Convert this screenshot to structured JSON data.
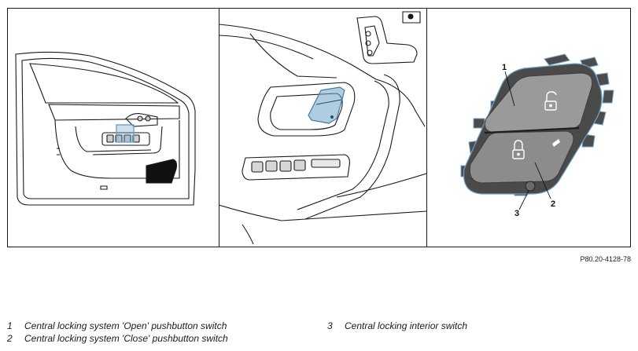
{
  "reference_code": "P80.20-4128-78",
  "callouts": [
    "1",
    "2",
    "3"
  ],
  "legend": [
    {
      "number": "1",
      "text": "Central locking system 'Open' pushbutton switch"
    },
    {
      "number": "2",
      "text": "Central locking system 'Close' pushbutton switch"
    },
    {
      "number": "3",
      "text": "Central locking interior switch"
    }
  ],
  "colors": {
    "highlight": "#6fa3c8",
    "switch_body": "#8c8c8c",
    "switch_dark": "#5e5e5e",
    "line": "#1a1a1a"
  },
  "icons": [
    "door-overview-drawing",
    "door-panel-closeup-drawing",
    "switch-detail-drawing",
    "unlock-icon",
    "lock-icon"
  ]
}
